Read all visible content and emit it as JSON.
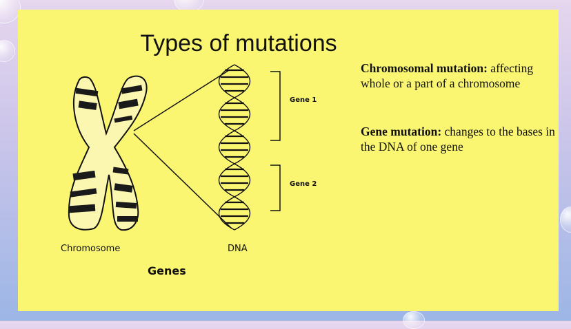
{
  "slide": {
    "title": "Types of mutations",
    "definitions": [
      {
        "term": "Chromosomal mutation:",
        "text": "affecting whole or a part of a chromosome"
      },
      {
        "term": "Gene mutation:",
        "text": "changes to the bases in the DNA of one gene"
      }
    ],
    "diagram": {
      "chromosome_label": "Chromosome",
      "dna_label": "DNA",
      "caption": "Genes",
      "gene1_label": "Gene 1",
      "gene2_label": "Gene 2"
    }
  },
  "colors": {
    "slide_background": "#fbf672",
    "chromosome_band": "#1a1a1a"
  }
}
